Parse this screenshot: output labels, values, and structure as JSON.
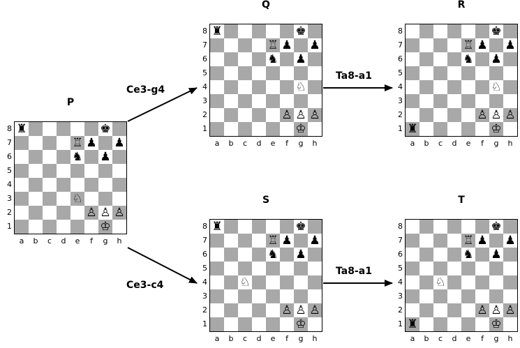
{
  "files": [
    "a",
    "b",
    "c",
    "d",
    "e",
    "f",
    "g",
    "h"
  ],
  "ranks": [
    "8",
    "7",
    "6",
    "5",
    "4",
    "3",
    "2",
    "1"
  ],
  "boards": [
    {
      "id": "P",
      "title": "P",
      "pieces": [
        {
          "sq": "a8",
          "glyph": "♜",
          "name": "black-rook"
        },
        {
          "sq": "g8",
          "glyph": "♚",
          "name": "black-king"
        },
        {
          "sq": "e7",
          "glyph": "♖",
          "name": "white-rook"
        },
        {
          "sq": "f7",
          "glyph": "♟",
          "name": "black-pawn"
        },
        {
          "sq": "h7",
          "glyph": "♟",
          "name": "black-pawn"
        },
        {
          "sq": "e6",
          "glyph": "♞",
          "name": "black-knight"
        },
        {
          "sq": "g6",
          "glyph": "♟",
          "name": "black-pawn"
        },
        {
          "sq": "e3",
          "glyph": "♘",
          "name": "white-knight"
        },
        {
          "sq": "f2",
          "glyph": "♙",
          "name": "white-pawn"
        },
        {
          "sq": "g2",
          "glyph": "♙",
          "name": "white-pawn"
        },
        {
          "sq": "h2",
          "glyph": "♙",
          "name": "white-pawn"
        },
        {
          "sq": "g1",
          "glyph": "♔",
          "name": "white-king"
        }
      ]
    },
    {
      "id": "Q",
      "title": "Q",
      "pieces": [
        {
          "sq": "a8",
          "glyph": "♜",
          "name": "black-rook"
        },
        {
          "sq": "g8",
          "glyph": "♚",
          "name": "black-king"
        },
        {
          "sq": "e7",
          "glyph": "♖",
          "name": "white-rook"
        },
        {
          "sq": "f7",
          "glyph": "♟",
          "name": "black-pawn"
        },
        {
          "sq": "h7",
          "glyph": "♟",
          "name": "black-pawn"
        },
        {
          "sq": "e6",
          "glyph": "♞",
          "name": "black-knight"
        },
        {
          "sq": "g6",
          "glyph": "♟",
          "name": "black-pawn"
        },
        {
          "sq": "g4",
          "glyph": "♘",
          "name": "white-knight"
        },
        {
          "sq": "f2",
          "glyph": "♙",
          "name": "white-pawn"
        },
        {
          "sq": "g2",
          "glyph": "♙",
          "name": "white-pawn"
        },
        {
          "sq": "h2",
          "glyph": "♙",
          "name": "white-pawn"
        },
        {
          "sq": "g1",
          "glyph": "♔",
          "name": "white-king"
        }
      ]
    },
    {
      "id": "R",
      "title": "R",
      "pieces": [
        {
          "sq": "g8",
          "glyph": "♚",
          "name": "black-king"
        },
        {
          "sq": "e7",
          "glyph": "♖",
          "name": "white-rook"
        },
        {
          "sq": "f7",
          "glyph": "♟",
          "name": "black-pawn"
        },
        {
          "sq": "h7",
          "glyph": "♟",
          "name": "black-pawn"
        },
        {
          "sq": "e6",
          "glyph": "♞",
          "name": "black-knight"
        },
        {
          "sq": "g6",
          "glyph": "♟",
          "name": "black-pawn"
        },
        {
          "sq": "g4",
          "glyph": "♘",
          "name": "white-knight"
        },
        {
          "sq": "f2",
          "glyph": "♙",
          "name": "white-pawn"
        },
        {
          "sq": "g2",
          "glyph": "♙",
          "name": "white-pawn"
        },
        {
          "sq": "h2",
          "glyph": "♙",
          "name": "white-pawn"
        },
        {
          "sq": "a1",
          "glyph": "♜",
          "name": "black-rook"
        },
        {
          "sq": "g1",
          "glyph": "♔",
          "name": "white-king"
        }
      ]
    },
    {
      "id": "S",
      "title": "S",
      "pieces": [
        {
          "sq": "a8",
          "glyph": "♜",
          "name": "black-rook"
        },
        {
          "sq": "g8",
          "glyph": "♚",
          "name": "black-king"
        },
        {
          "sq": "e7",
          "glyph": "♖",
          "name": "white-rook"
        },
        {
          "sq": "f7",
          "glyph": "♟",
          "name": "black-pawn"
        },
        {
          "sq": "h7",
          "glyph": "♟",
          "name": "black-pawn"
        },
        {
          "sq": "e6",
          "glyph": "♞",
          "name": "black-knight"
        },
        {
          "sq": "g6",
          "glyph": "♟",
          "name": "black-pawn"
        },
        {
          "sq": "c4",
          "glyph": "♘",
          "name": "white-knight"
        },
        {
          "sq": "f2",
          "glyph": "♙",
          "name": "white-pawn"
        },
        {
          "sq": "g2",
          "glyph": "♙",
          "name": "white-pawn"
        },
        {
          "sq": "h2",
          "glyph": "♙",
          "name": "white-pawn"
        },
        {
          "sq": "g1",
          "glyph": "♔",
          "name": "white-king"
        }
      ]
    },
    {
      "id": "T",
      "title": "T",
      "pieces": [
        {
          "sq": "g8",
          "glyph": "♚",
          "name": "black-king"
        },
        {
          "sq": "e7",
          "glyph": "♖",
          "name": "white-rook"
        },
        {
          "sq": "f7",
          "glyph": "♟",
          "name": "black-pawn"
        },
        {
          "sq": "h7",
          "glyph": "♟",
          "name": "black-pawn"
        },
        {
          "sq": "e6",
          "glyph": "♞",
          "name": "black-knight"
        },
        {
          "sq": "g6",
          "glyph": "♟",
          "name": "black-pawn"
        },
        {
          "sq": "c4",
          "glyph": "♘",
          "name": "white-knight"
        },
        {
          "sq": "f2",
          "glyph": "♙",
          "name": "white-pawn"
        },
        {
          "sq": "g2",
          "glyph": "♙",
          "name": "white-pawn"
        },
        {
          "sq": "h2",
          "glyph": "♙",
          "name": "white-pawn"
        },
        {
          "sq": "a1",
          "glyph": "♜",
          "name": "black-rook"
        },
        {
          "sq": "g1",
          "glyph": "♔",
          "name": "white-king"
        }
      ]
    }
  ],
  "moves": {
    "p_to_q": "Ce3-g4",
    "p_to_s": "Ce3-c4",
    "q_to_r": "Ta8-a1",
    "s_to_t": "Ta8-a1"
  },
  "colors": {
    "dark_square": "#a8a8a8",
    "light_square": "#ffffff",
    "line": "#000000"
  }
}
